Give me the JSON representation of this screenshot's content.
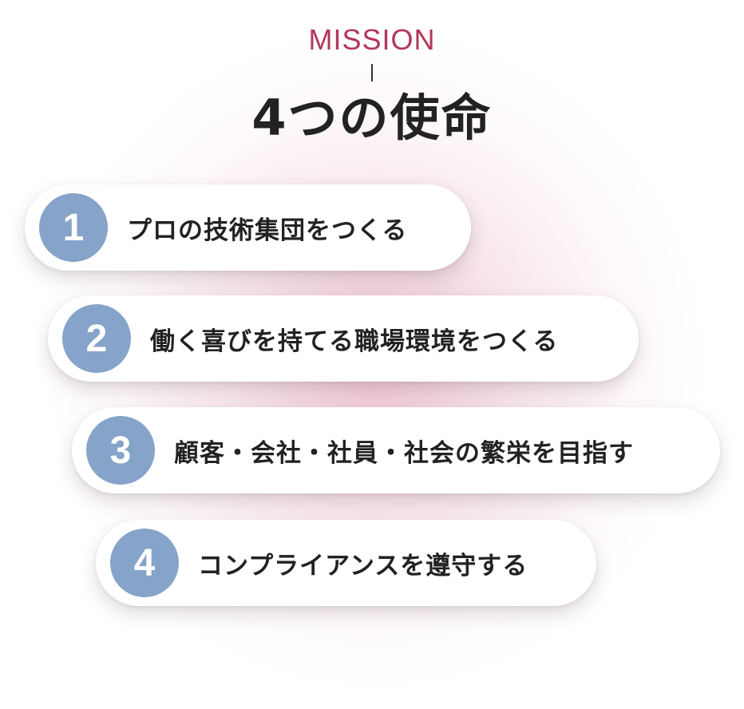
{
  "header": {
    "eyebrow": "MISSION",
    "title": "4つの使命"
  },
  "missions": [
    {
      "number": "1",
      "text": "プロの技術集団をつくる"
    },
    {
      "number": "2",
      "text": "働く喜びを持てる職場環境をつくる"
    },
    {
      "number": "3",
      "text": "顧客・会社・社員・社会の繁栄を目指す"
    },
    {
      "number": "4",
      "text": "コンプライアンスを遵守する"
    }
  ],
  "colors": {
    "accent": "#b2385a",
    "number_badge": "#86a3c9",
    "text": "#222222",
    "glow": "#e296aa"
  }
}
